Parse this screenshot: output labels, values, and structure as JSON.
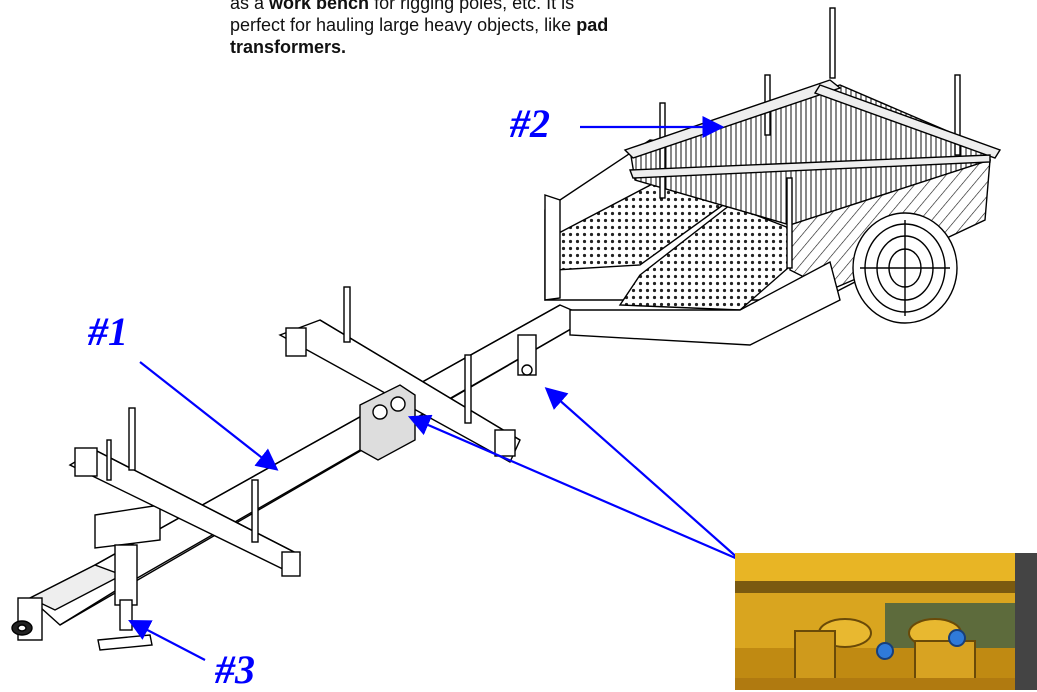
{
  "description": {
    "line1_pre": "as a ",
    "line1_bold": "work bench",
    "line1_post": " for rigging poles, etc.   It is",
    "line2_pre": "perfect for hauling large heavy objects, like ",
    "line2_bold": "pad",
    "line3_bold": "transformers."
  },
  "callouts": {
    "label_1": "#1",
    "label_2": "#2",
    "label_3": "#3"
  },
  "colors": {
    "callout": "#0000ff",
    "frame": "#000000",
    "photo": "#d4a020"
  }
}
